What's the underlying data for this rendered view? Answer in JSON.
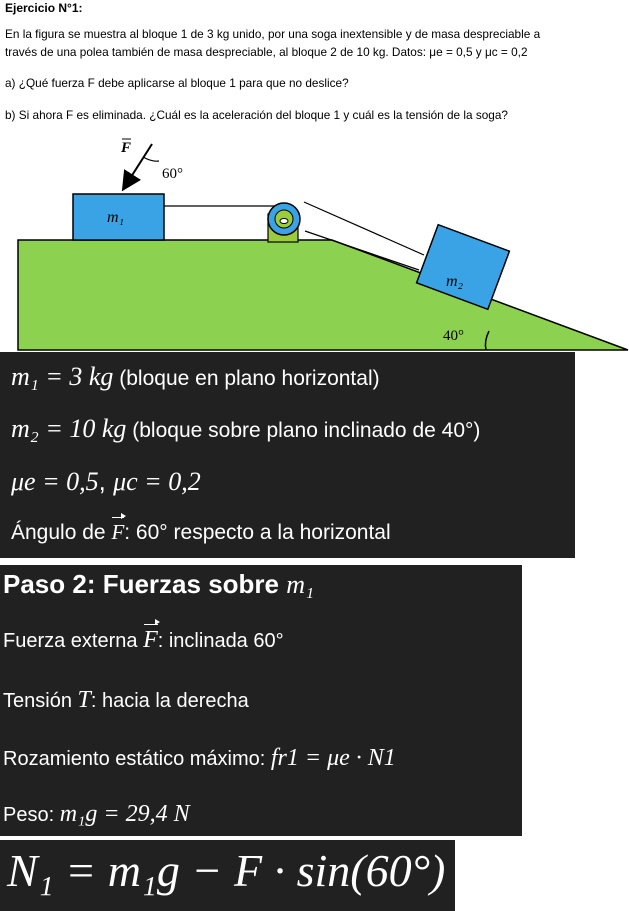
{
  "problem": {
    "title": "Ejercicio N°1:",
    "line1": "En la figura se muestra al bloque 1 de 3 kg unido, por una soga inextensible y de masa despreciable a",
    "line2": "través de una polea también de masa despreciable, al bloque 2 de 10 kg. Datos: μe = 0,5 y μc = 0,2",
    "qa": "a) ¿Qué fuerza F debe aplicarse al bloque 1 para que no deslice?",
    "qb": "b) Si ahora F es eliminada. ¿Cuál es la aceleración del bloque 1 y cuál es la tensión de la soga?"
  },
  "figure": {
    "force_label": "F",
    "angle_force": "60°",
    "block1_label": "m₁",
    "block2_label": "m₂",
    "angle_incline": "40°",
    "colors": {
      "ground": "#8cd14f",
      "block": "#3aa3e6",
      "pulley": "#9ccc3c"
    }
  },
  "givens": {
    "m1_eq": "m₁ = 3 kg",
    "m1_note": "(bloque en plano horizontal)",
    "m2_eq": "m₂ = 10 kg",
    "m2_note": "(bloque sobre plano inclinado de 40°)",
    "mu_e": "μe = 0,5",
    "mu_c": "μc = 0,2",
    "angle_prefix": "Ángulo de",
    "angle_vec": "F",
    "angle_text": ": 60° respecto a la horizontal"
  },
  "step2": {
    "heading": "Paso 2: Fuerzas sobre",
    "heading_math": "m₁",
    "f_prefix": "Fuerza externa",
    "f_vec": "F",
    "f_text": ": inclinada 60°",
    "t_prefix": "Tensión",
    "t_var": "T",
    "t_text": ": hacia la derecha",
    "fr_prefix": "Rozamiento estático máximo:",
    "fr_eq": "fr1 = μe · N1",
    "w_prefix": "Peso:",
    "w_eq": "m₁g = 29,4 N"
  },
  "equation": {
    "text": "N₁ = m₁g − F · sin(60°)"
  }
}
